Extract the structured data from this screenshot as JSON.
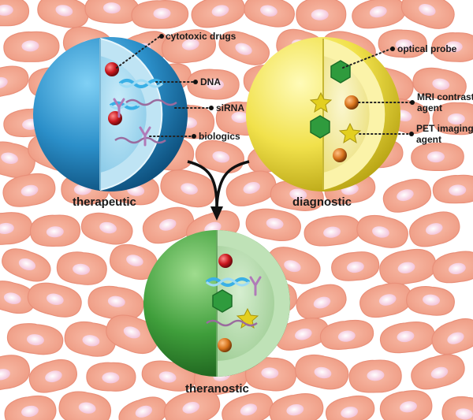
{
  "labels": {
    "therapeutic": "therapeutic",
    "diagnostic": "diagnostic",
    "theranostic": "theranostic",
    "cytotoxic_drugs": "cytotoxic drugs",
    "dna": "DNA",
    "sirna": "siRNA",
    "biologics": "biologics",
    "optical_probe": "optical probe",
    "mri_line1": "MRI contrast",
    "mri_line2": "agent",
    "pet_line1": "PET imaging",
    "pet_line2": "agent"
  },
  "colors": {
    "cell": "#f3a690",
    "cell_edge": "#e9907a",
    "nucleus": "#f7cfe0",
    "therapeutic_shell": "#2b8fc9",
    "therapeutic_core": "#a9d9ef",
    "diagnostic_shell": "#f1e14b",
    "diagnostic_core": "#f7f0a8",
    "theranostic_shell": "#3f9e3b",
    "theranostic_core": "#b7dcb1",
    "drug": "#c8161d",
    "dna": "#3ab0e6",
    "sirna": "#9a6b9e",
    "biologic": "#b07ab8",
    "optical_probe": "#2f9b3d",
    "mri_agent": "#d9751e",
    "pet_agent": "#e3cf1f"
  }
}
